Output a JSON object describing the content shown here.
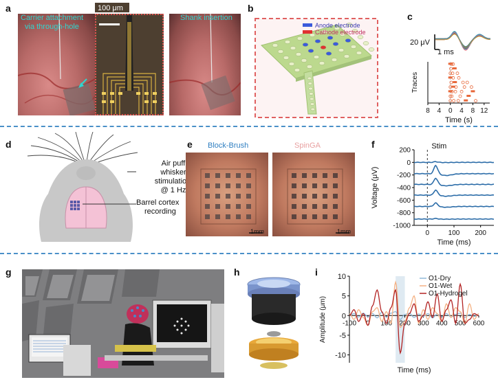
{
  "panels": {
    "a": {
      "label": "a",
      "text_carrier": "Carrier attachment",
      "text_via": "via through-hole",
      "scale": "100 μm",
      "text_shank": "Shank insertion"
    },
    "b": {
      "label": "b",
      "legend_anode": "Anode electrode",
      "legend_cathode": "Cathode electrode",
      "anode_color": "#3b5bdb",
      "cathode_color": "#e03131"
    },
    "c": {
      "label": "c",
      "scale_v": "20 μV",
      "scale_t": "1 ms",
      "ylabel": "Traces",
      "xlabel": "Time (s)"
    },
    "d": {
      "label": "d",
      "text_air1": "Air puff",
      "text_air2": "whisker",
      "text_air3": "stimulation",
      "text_air4": "@ 1 Hz",
      "text_barrel1": "Barrel cortex",
      "text_barrel2": "recording"
    },
    "e": {
      "label": "e",
      "title_left": "Block-Brush",
      "title_right": "SpinGA",
      "scale_left": "1mm",
      "scale_right": "1mm",
      "title_left_color": "#2f7fc1",
      "title_right_color": "#e8a0a0"
    },
    "f": {
      "label": "f",
      "stim": "Stim",
      "ylabel": "Voltage (μV)",
      "xlabel": "Time (ms)"
    },
    "g": {
      "label": "g"
    },
    "h": {
      "label": "h"
    },
    "i": {
      "label": "i",
      "ylabel": "Amplitude (μm)",
      "xlabel": "Time (ms)"
    }
  },
  "chart_data": [
    {
      "type": "scatter",
      "panel": "c-raster",
      "xlabel": "Time (s)",
      "ylabel": "Traces",
      "xlim": [
        -8,
        14
      ],
      "x_ticks": [
        "8",
        "4",
        "0",
        "4",
        "8",
        "12"
      ],
      "x_tick_values": [
        -8,
        -4,
        0,
        4,
        8,
        12
      ],
      "points_x": [
        0,
        0.5,
        1,
        0.2,
        1.5,
        0,
        0.8,
        2.5,
        0,
        1,
        3,
        0.3,
        1.6,
        4.5,
        6,
        0,
        1,
        2,
        5,
        7.5,
        0,
        0.6,
        1.8,
        4,
        8,
        0,
        0.5,
        3.5,
        6.5,
        0,
        1.2,
        2.8,
        5.5,
        9
      ],
      "points_y": [
        1,
        1,
        1,
        2,
        2,
        3,
        3,
        3,
        4,
        4,
        4,
        5,
        5,
        5,
        5,
        6,
        6,
        6,
        6,
        6,
        7,
        7,
        7,
        7,
        7,
        8,
        8,
        8,
        8,
        9,
        9,
        9,
        9,
        9
      ],
      "color": "#e8683a"
    },
    {
      "type": "line",
      "panel": "f",
      "xlabel": "Time (ms)",
      "ylabel": "Voltage (μV)",
      "xlim": [
        -50,
        250
      ],
      "ylim": [
        -1000,
        200
      ],
      "x_ticks": [
        0,
        100,
        200
      ],
      "y_ticks": [
        200,
        0,
        -200,
        -400,
        -600,
        -800,
        -1000
      ],
      "stim_x": 0,
      "stim_label": "Stim",
      "offsets": [
        0,
        -180,
        -350,
        -520,
        -700,
        -900
      ],
      "peaks": [
        12,
        140,
        105,
        85,
        60,
        10
      ],
      "color": "#2b6ca8"
    },
    {
      "type": "line",
      "panel": "i",
      "xlabel": "Time (ms)",
      "ylabel": "Amplitude (μm)",
      "xlim": [
        -100,
        600
      ],
      "ylim": [
        -12,
        10
      ],
      "x_ticks": [
        -100,
        0,
        100,
        200,
        300,
        400,
        500,
        600
      ],
      "y_ticks": [
        10,
        5,
        0,
        -5,
        -10
      ],
      "highlight": [
        150,
        200
      ],
      "x": [
        -100,
        -75,
        -50,
        -25,
        0,
        25,
        50,
        75,
        100,
        125,
        150,
        175,
        200,
        225,
        250,
        275,
        300,
        325,
        350,
        375,
        400,
        425,
        450,
        475,
        500,
        525,
        550,
        575,
        600
      ],
      "series": [
        {
          "name": "O1-Dry",
          "color": "#8fb8d8",
          "values": [
            0,
            0.5,
            -0.4,
            0.6,
            -0.3,
            0.5,
            -0.6,
            0.8,
            -0.4,
            0.6,
            1.0,
            -1.0,
            0.3,
            0.6,
            -0.5,
            0.4,
            -0.2,
            0.5,
            -0.6,
            0.4,
            -0.3,
            0.5,
            -0.4,
            0.3,
            0.6,
            -0.5,
            0.3,
            -0.2,
            0.1
          ]
        },
        {
          "name": "O1-Wet",
          "color": "#f4b183",
          "values": [
            0.5,
            -1.0,
            1.5,
            -0.5,
            -2.5,
            1.0,
            2.0,
            -1.5,
            1.0,
            -2.0,
            8.5,
            -3.0,
            -1.5,
            2.0,
            5.0,
            -2.0,
            1.5,
            -1.0,
            2.0,
            0.5,
            -1.5,
            3.0,
            -0.5,
            2.0,
            1.0,
            -2.0,
            3.0,
            -1.0,
            0.5
          ]
        },
        {
          "name": "O1-Hydrogel",
          "color": "#b22222",
          "values": [
            0,
            1.5,
            -1.5,
            0.5,
            -2.5,
            2.5,
            6.5,
            1.0,
            -2.0,
            2.0,
            6.5,
            -9.5,
            -2.0,
            0.5,
            3.0,
            -1.5,
            0,
            3.5,
            -0.5,
            5.5,
            -1.5,
            1.5,
            4.0,
            -2.0,
            8.0,
            -2.0,
            -1.0,
            0.5,
            0
          ]
        }
      ]
    }
  ]
}
